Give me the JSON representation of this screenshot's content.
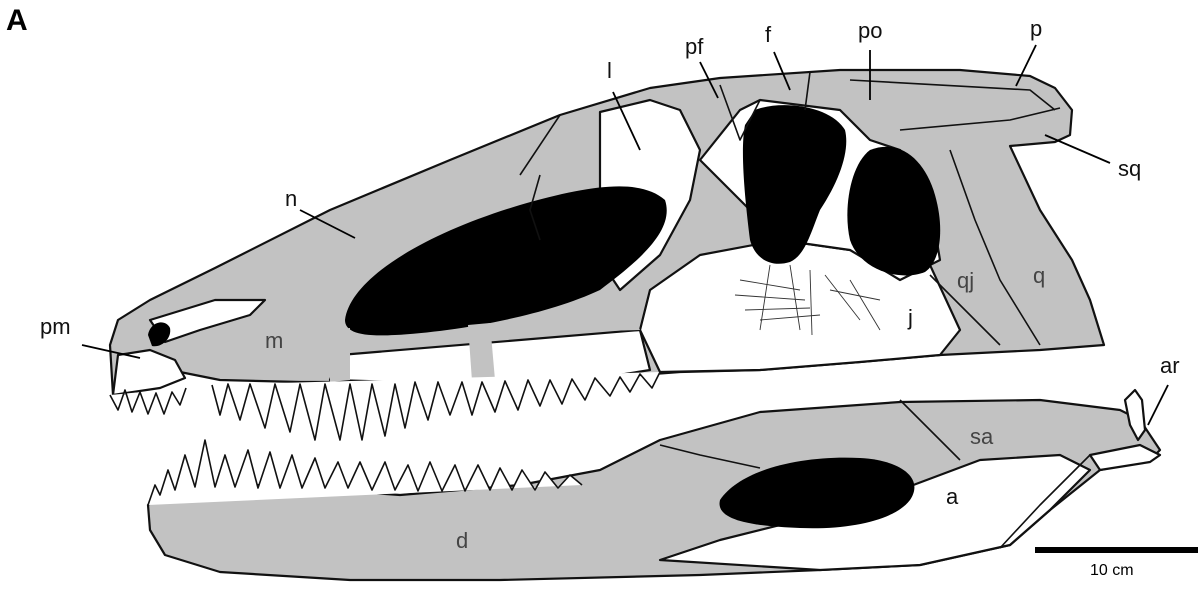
{
  "figure": {
    "panel_letter": "A",
    "scale_bar_label": "10 cm"
  },
  "labels": {
    "pm": "pm",
    "n": "n",
    "m": "m",
    "l": "l",
    "pf": "pf",
    "f": "f",
    "po": "po",
    "p": "p",
    "sq": "sq",
    "qj": "qj",
    "q": "q",
    "j": "j",
    "ar": "ar",
    "sa": "sa",
    "a": "a",
    "d": "d"
  },
  "colors": {
    "bone_fill": "#c2c2c2",
    "fenestra_fill": "#000000",
    "outline": "#111111",
    "background": "#ffffff"
  }
}
